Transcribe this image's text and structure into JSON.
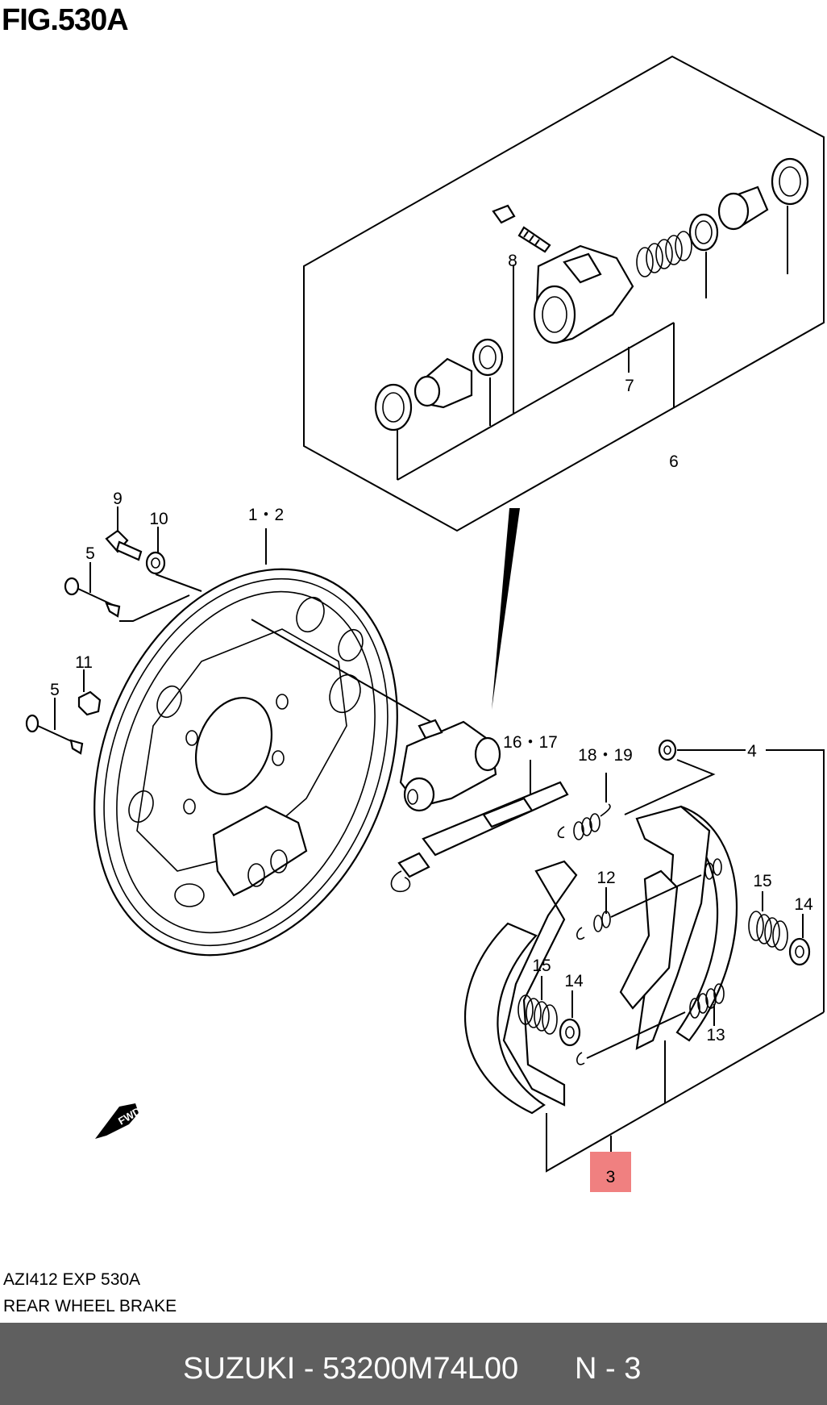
{
  "figure": {
    "title": "FIG.530A",
    "caption_code": "AZI412 EXP 530A",
    "caption_name": "REAR WHEEL BRAKE",
    "fwd_label": "FWD"
  },
  "callouts": {
    "c1_2": "1・2",
    "c3": "3",
    "c4": "4",
    "c5a": "5",
    "c5b": "5",
    "c6": "6",
    "c7": "7",
    "c8": "8",
    "c9": "9",
    "c10": "10",
    "c11": "11",
    "c12": "12",
    "c13": "13",
    "c14a": "14",
    "c14b": "14",
    "c15a": "15",
    "c15b": "15",
    "c16_17": "16・17",
    "c18_19": "18・19"
  },
  "highlight": {
    "label": "3",
    "color": "#f08080"
  },
  "footer": {
    "part": "SUZUKI - 53200M74L00",
    "page": "N - 3",
    "background": "#5f5f5f"
  }
}
